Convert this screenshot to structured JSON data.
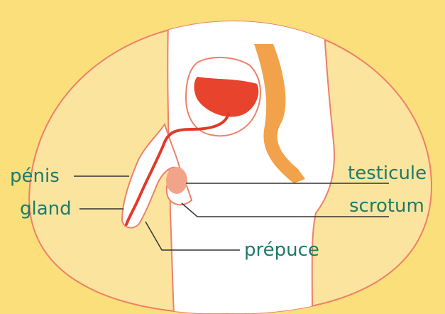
{
  "colors": {
    "background": "#FADF7A",
    "circle_fill": "#FBE59E",
    "outline": "#EE7F6A",
    "body": "#FFFFFF",
    "organ_red": "#E8432C",
    "tract_red": "#E03A2B",
    "spine_orange": "#F2A24A",
    "testicle": "#F2A48A",
    "label_text": "#1F7A6A",
    "leader_line": "#333333"
  },
  "labels": {
    "penis": "pénis",
    "glans": "gland",
    "testicle": "testicule",
    "scrotum": "scrotum",
    "foreskin": "prépuce"
  }
}
